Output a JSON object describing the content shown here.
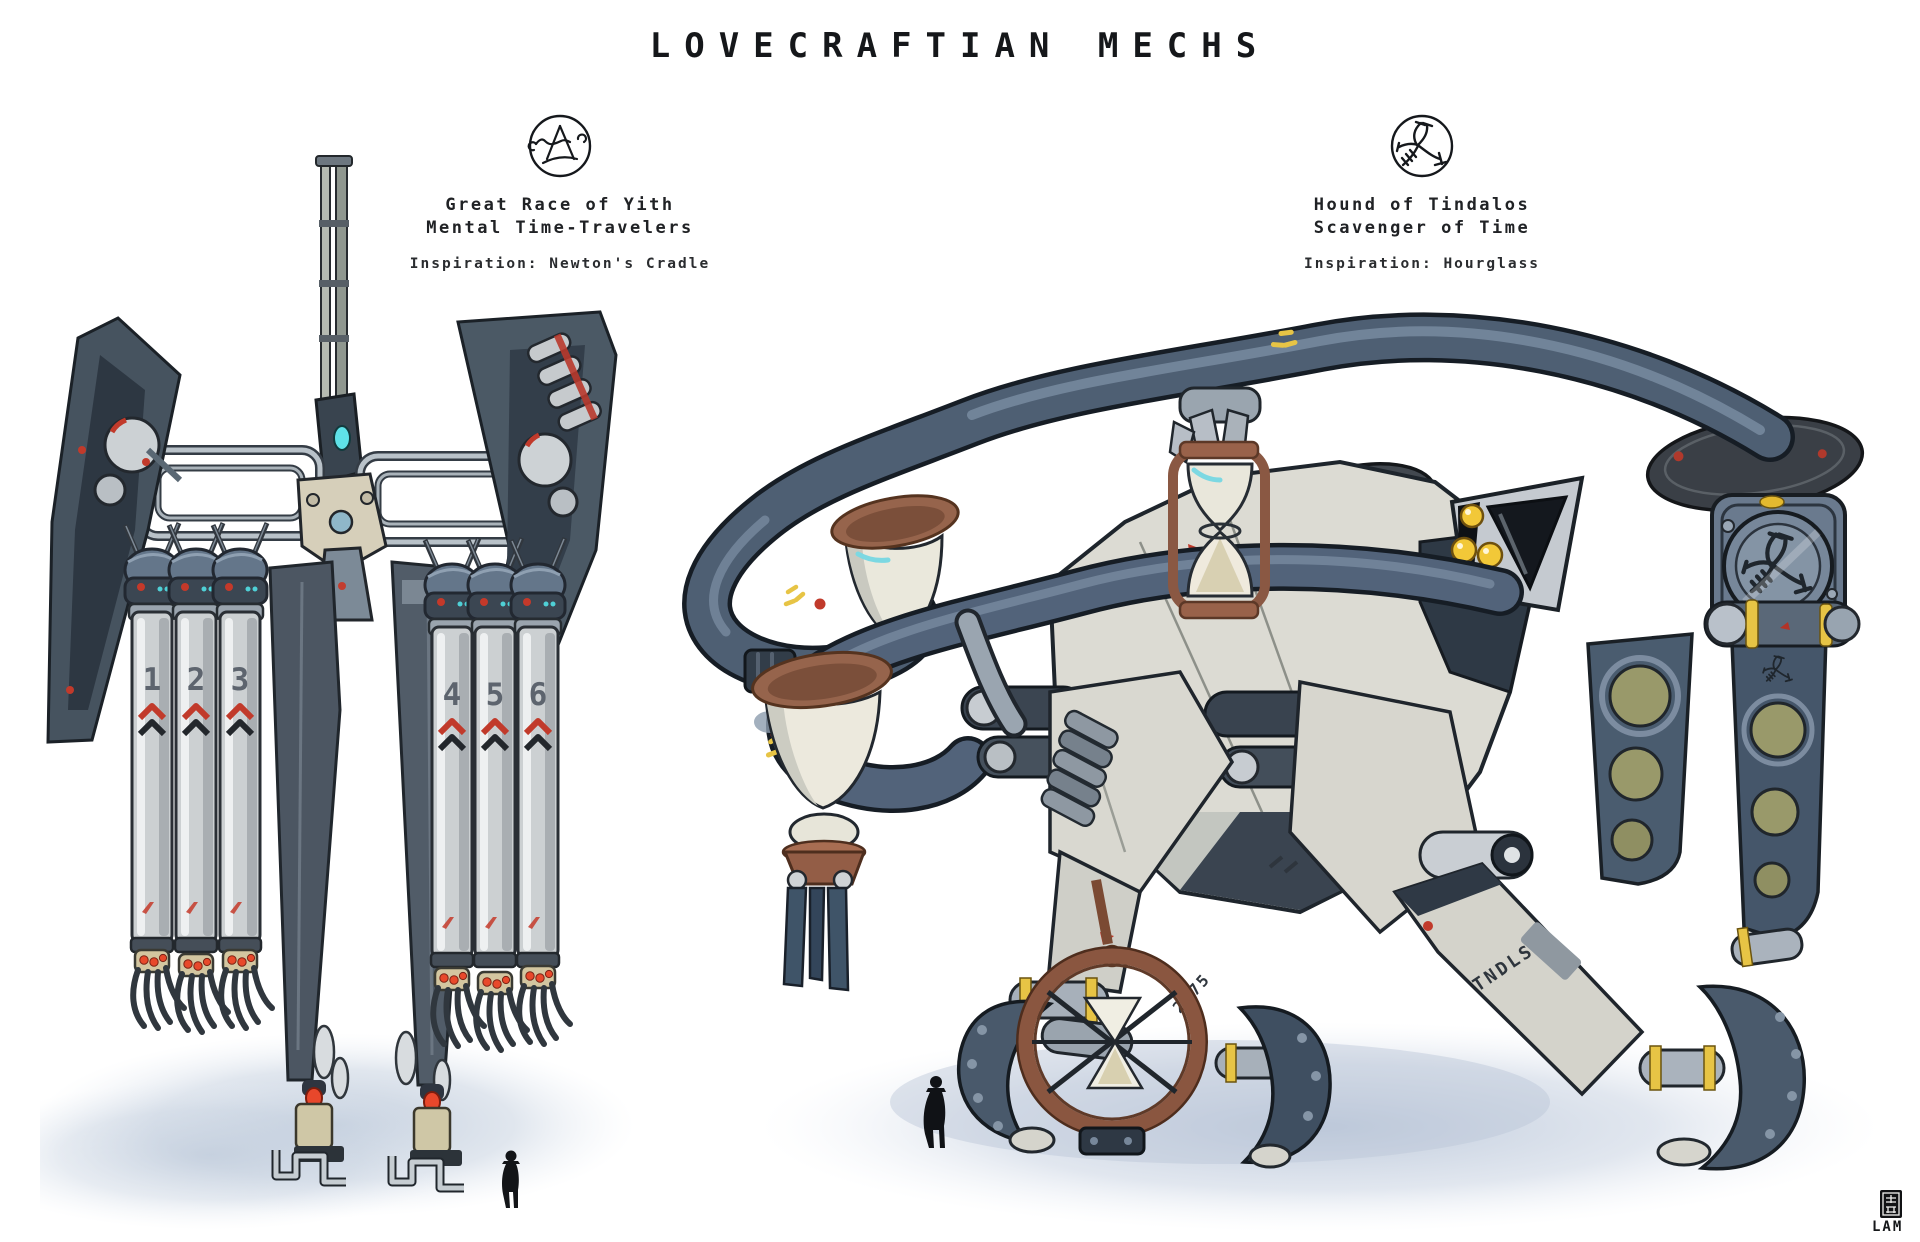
{
  "title": "LOVECRAFTIAN MECHS",
  "mechs": [
    {
      "name_line1": "Great Race of Yith",
      "name_line2": "Mental Time-Travelers",
      "inspiration": "Inspiration: Newton's Cradle",
      "sigil": "yith-seal-icon",
      "pendulum_numbers": [
        "1",
        "2",
        "3",
        "4",
        "5",
        "6"
      ]
    },
    {
      "name_line1": "Hound of Tindalos",
      "name_line2": "Scavenger of Time",
      "inspiration": "Inspiration: Hourglass",
      "sigil": "tindalos-seal-icon",
      "markings": {
        "leg_stencil": "TNDLS",
        "thigh_stencil": "2375"
      }
    }
  ],
  "signature": {
    "artist": "LAM",
    "stamp": "artist-seal-stamp"
  },
  "palette": {
    "background": "#ffffff",
    "ink": "#1c2128",
    "steel_light": "#ccd0d2",
    "slate": "#4e5f73",
    "slate_dark": "#333d49",
    "panel_light": "#dcdbd3",
    "copper": "#8a5843",
    "accent_yellow": "#e7c445",
    "accent_red": "#c13a2b",
    "accent_teal": "#4fd0d6",
    "accent_orange": "#e8472b",
    "olive": "#99996a",
    "shadow": "#c7d1df"
  }
}
